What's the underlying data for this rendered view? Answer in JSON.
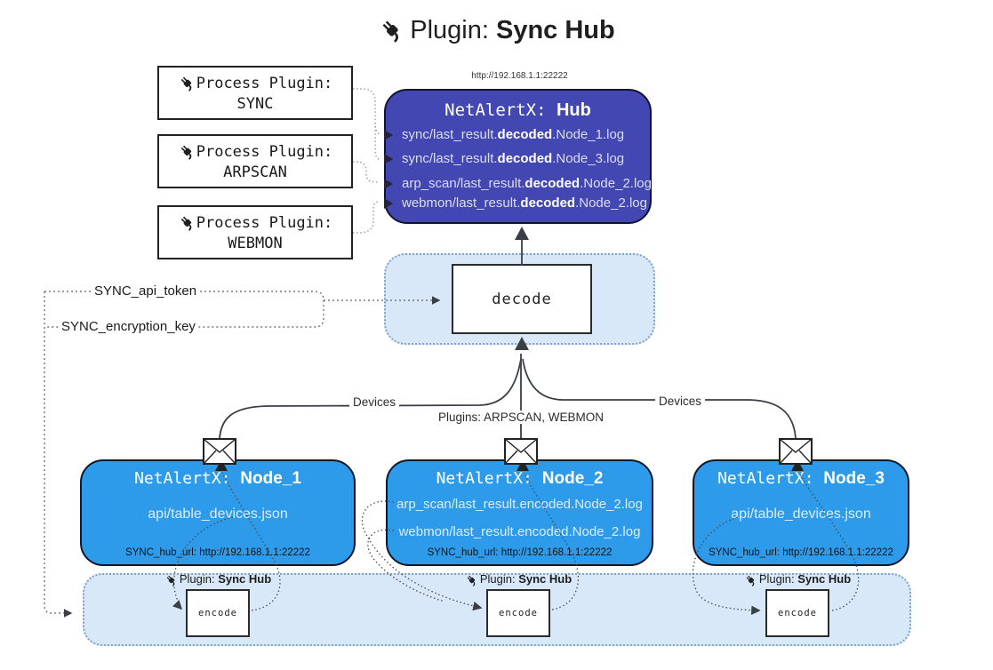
{
  "colors": {
    "hub_bg": "#4347b2",
    "node_bg": "#2e9bea",
    "container_bg": "#d8e8f8",
    "container_border": "#7fa3c8",
    "line": "#3a3f46",
    "text_light": "#dcdcf0"
  },
  "title": {
    "prefix": "Plugin: ",
    "name": "Sync Hub"
  },
  "hub": {
    "url": "http://192.168.1.1:22222",
    "prefix": "NetAlertX: ",
    "name": "Hub",
    "logs": [
      {
        "pre": "sync/last_result.",
        "bold": "decoded",
        "post": ".Node_1.log"
      },
      {
        "pre": "sync/last_result.",
        "bold": "decoded",
        "post": ".Node_3.log"
      },
      {
        "pre": "arp_scan/last_result.",
        "bold": "decoded",
        "post": ".Node_2.log"
      },
      {
        "pre": "webmon/last_result.",
        "bold": "decoded",
        "post": ".Node_2.log"
      }
    ]
  },
  "process_plugins": [
    {
      "label": "Process Plugin:",
      "name": "SYNC"
    },
    {
      "label": "Process Plugin:",
      "name": "ARPSCAN"
    },
    {
      "label": "Process Plugin:",
      "name": "WEBMON"
    }
  ],
  "decode": {
    "label": "decode"
  },
  "keys": {
    "api_token": "SYNC_api_token",
    "encryption_key": "SYNC_encryption_key"
  },
  "edges": {
    "devices_left": "Devices",
    "plugins_mid": "Plugins: ARPSCAN, WEBMON",
    "devices_right": "Devices"
  },
  "nodes": [
    {
      "prefix": "NetAlertX: ",
      "name": "Node_1",
      "files": [
        "api/table_devices.json"
      ],
      "hub_url": "SYNC_hub_url: http://192.168.1.1:22222"
    },
    {
      "prefix": "NetAlertX: ",
      "name": "Node_2",
      "files": [
        "arp_scan/last_result.encoded.Node_2.log",
        "webmon/last_result.encoded.Node_2.log"
      ],
      "hub_url": "SYNC_hub_url: http://192.168.1.1:22222"
    },
    {
      "prefix": "NetAlertX: ",
      "name": "Node_3",
      "files": [
        "api/table_devices.json"
      ],
      "hub_url": "SYNC_hub_url: http://192.168.1.1:22222"
    }
  ],
  "encoders": [
    {
      "plugin_prefix": "Plugin: ",
      "plugin_name": "Sync Hub",
      "label": "encode"
    },
    {
      "plugin_prefix": "Plugin: ",
      "plugin_name": "Sync Hub",
      "label": "encode"
    },
    {
      "plugin_prefix": "Plugin: ",
      "plugin_name": "Sync Hub",
      "label": "encode"
    }
  ]
}
